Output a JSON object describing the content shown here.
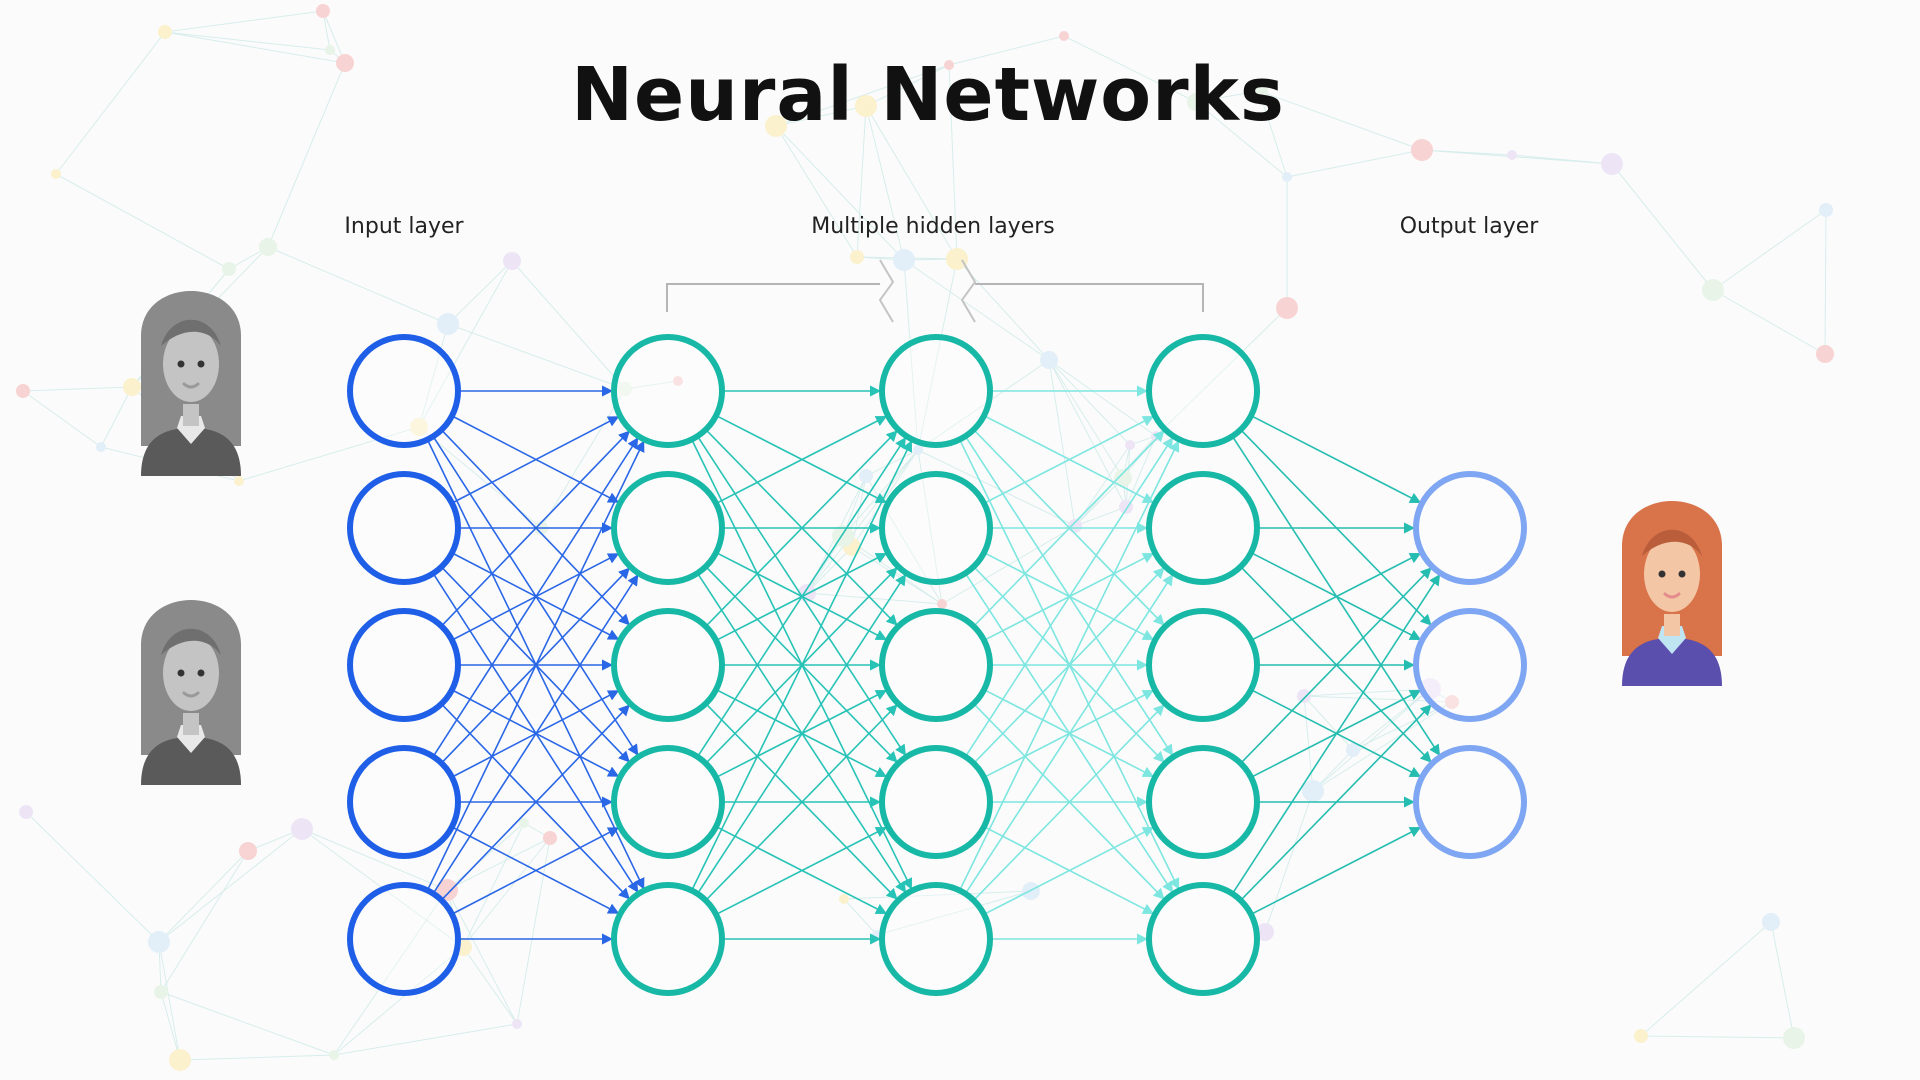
{
  "title": "Neural Networks",
  "labels": {
    "input": "Input layer",
    "hidden": "Multiple hidden layers",
    "output": "Output layer"
  },
  "network": {
    "layers": [
      {
        "role": "input",
        "nodes": 5,
        "stroke": "#1f5fe8",
        "edge_color": "#2a67e6"
      },
      {
        "role": "hidden",
        "nodes": 5,
        "stroke": "#17b8a6",
        "edge_color": "#27c3b6"
      },
      {
        "role": "hidden",
        "nodes": 5,
        "stroke": "#17b8a6",
        "edge_color": "#7de6e0"
      },
      {
        "role": "hidden",
        "nodes": 5,
        "stroke": "#17b8a6",
        "edge_color": "#24bdb0"
      },
      {
        "role": "output",
        "nodes": 3,
        "stroke": "#7ea6f2",
        "edge_color": "#3f84e2"
      }
    ]
  },
  "avatars": [
    {
      "role": "input-person",
      "style": "grayscale"
    },
    {
      "role": "input-person",
      "style": "grayscale"
    },
    {
      "role": "output-person",
      "style": "color"
    }
  ],
  "colors": {
    "background": "#fbfbfb",
    "grid_line": "#b9e3df",
    "bracket": "#b5b5b5"
  }
}
